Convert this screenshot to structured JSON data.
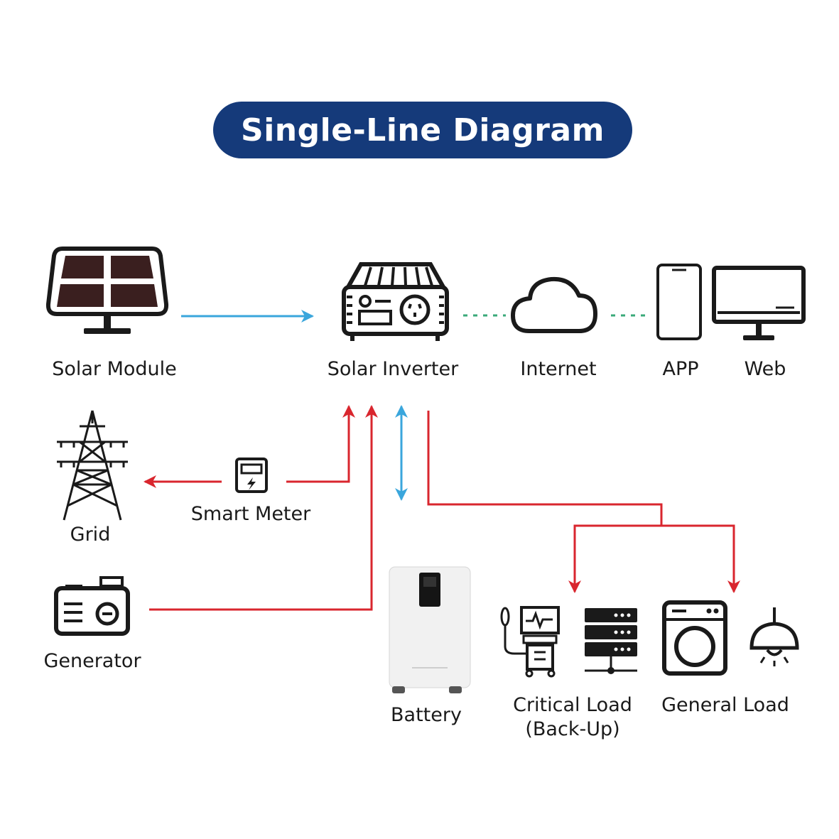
{
  "title": "Single-Line Diagram",
  "nodes": {
    "solar_module": {
      "label": "Solar Module",
      "icon": "solar-panel-icon"
    },
    "solar_inverter": {
      "label": "Solar Inverter",
      "icon": "inverter-icon"
    },
    "internet": {
      "label": "Internet",
      "icon": "cloud-icon"
    },
    "app": {
      "label": "APP",
      "icon": "smartphone-icon"
    },
    "web": {
      "label": "Web",
      "icon": "monitor-icon"
    },
    "grid": {
      "label": "Grid",
      "icon": "power-tower-icon"
    },
    "smart_meter": {
      "label": "Smart Meter",
      "icon": "meter-icon"
    },
    "generator": {
      "label": "Generator",
      "icon": "generator-icon"
    },
    "battery": {
      "label": "Battery",
      "icon": "battery-unit-icon"
    },
    "critical_load": {
      "label_line1": "Critical Load",
      "label_line2": "(Back-Up)",
      "icons": [
        "medical-monitor-icon",
        "server-rack-icon"
      ]
    },
    "general_load": {
      "label": "General Load",
      "icons": [
        "washing-machine-icon",
        "ceiling-lamp-icon"
      ]
    }
  },
  "colors": {
    "title_bg": "#153a7a",
    "dc_flow": "#3aa6dc",
    "ac_flow": "#d9262e",
    "data_link": "#3aaa7a",
    "icon_stroke": "#1a1a1a"
  }
}
